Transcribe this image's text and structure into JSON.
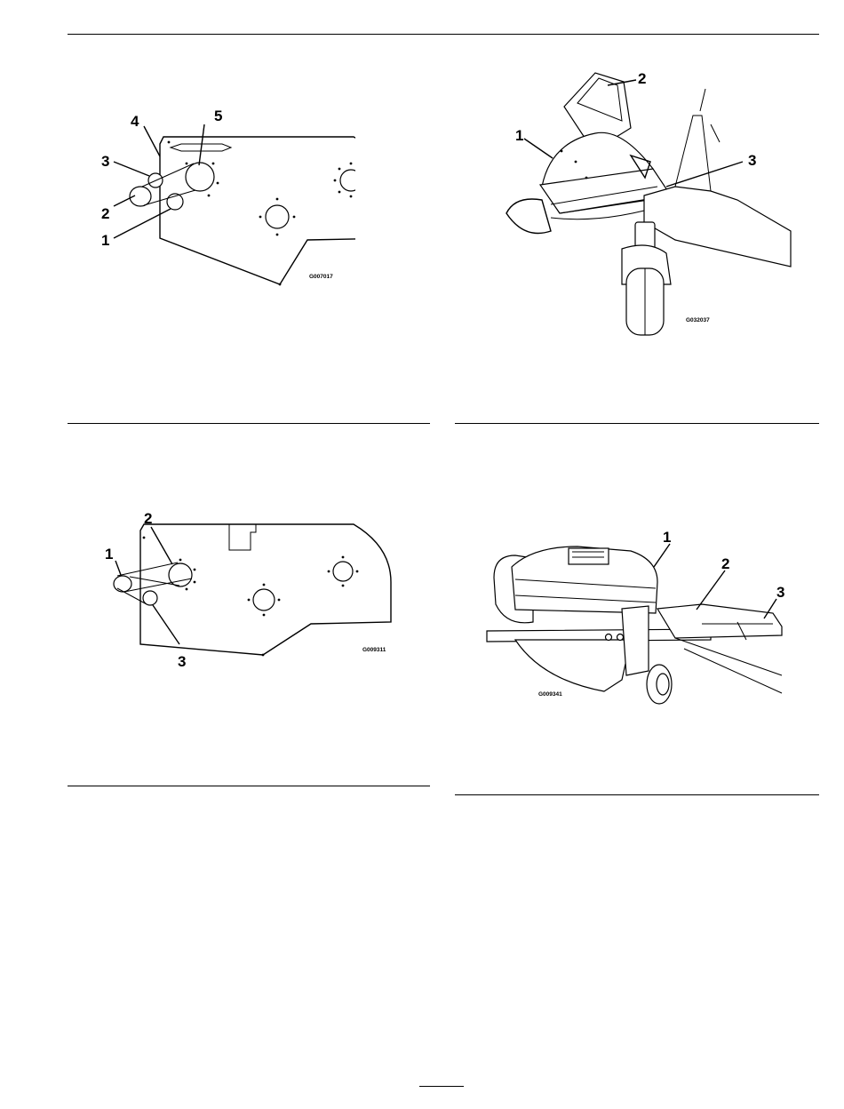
{
  "figures": {
    "deck_pulley_5": {
      "callouts": [
        "1",
        "2",
        "3",
        "4",
        "5"
      ],
      "code": "G007017"
    },
    "discharge_chute": {
      "callouts": [
        "1",
        "2",
        "3"
      ],
      "code": "G032037"
    },
    "deck_pulley_3": {
      "callouts": [
        "1",
        "2",
        "3"
      ],
      "code": "G009311"
    },
    "side_view": {
      "callouts": [
        "1",
        "2",
        "3"
      ],
      "code": "G009341"
    }
  }
}
